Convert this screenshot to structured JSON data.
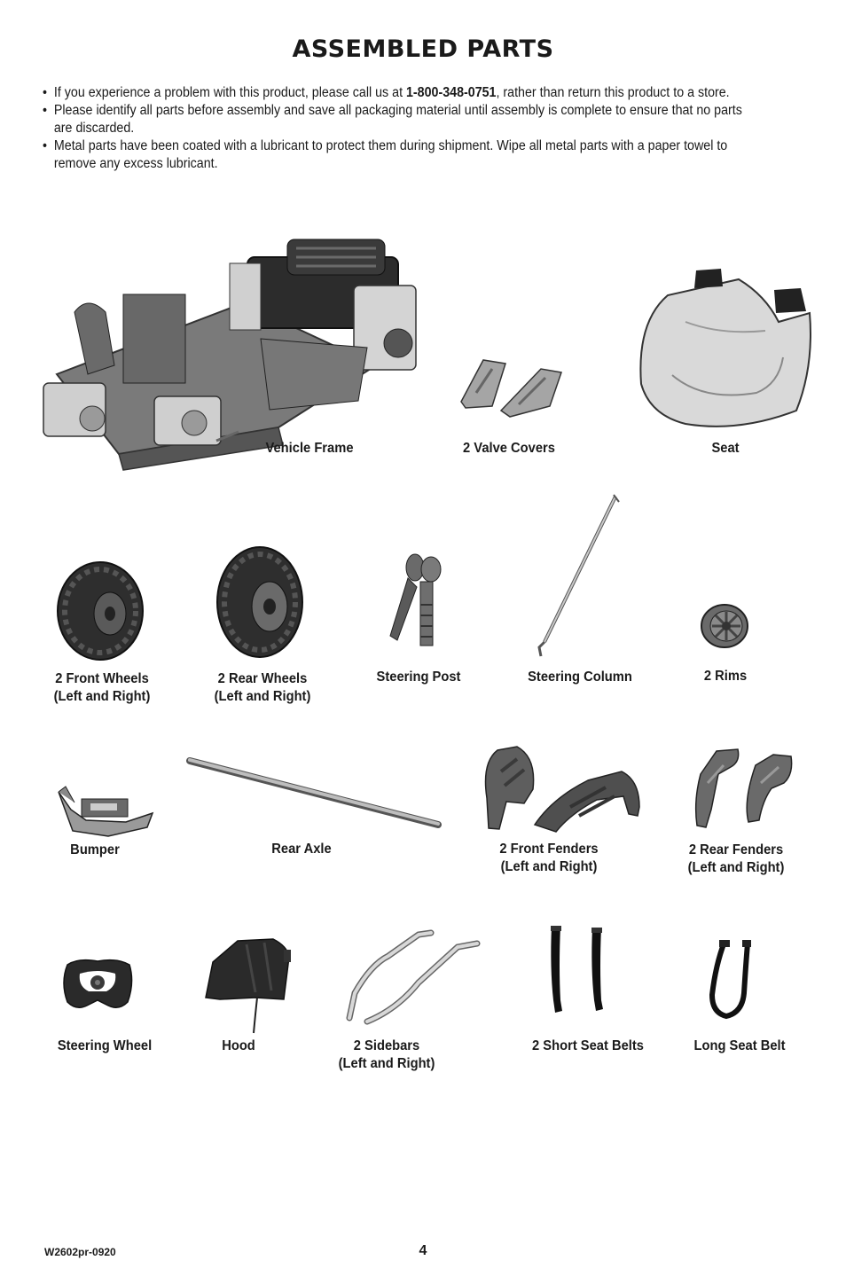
{
  "page": {
    "title": "ASSEMBLED PARTS",
    "bullets": [
      {
        "pre": "If you experience a problem with this product, please call us at ",
        "phone": "1-800-348-0751",
        "post": ", rather than return this product to a store."
      },
      {
        "text": "Please identify all parts before assembly and save all packaging material until assembly is complete to ensure that no parts are discarded."
      },
      {
        "text": "Metal parts have been coated with a lubricant to protect them during shipment. Wipe all metal parts with a paper towel to remove any excess lubricant."
      }
    ]
  },
  "parts": {
    "vehicle_frame": {
      "label": "Vehicle Frame"
    },
    "valve_covers": {
      "label": "2 Valve Covers"
    },
    "seat": {
      "label": "Seat"
    },
    "front_wheels": {
      "label1": "2 Front Wheels",
      "label2": "(Left and Right)"
    },
    "rear_wheels": {
      "label1": "2 Rear Wheels",
      "label2": "(Left and Right)"
    },
    "steering_post": {
      "label": "Steering Post"
    },
    "steering_column": {
      "label": "Steering Column"
    },
    "rims": {
      "label": "2 Rims"
    },
    "bumper": {
      "label": "Bumper"
    },
    "rear_axle": {
      "label": "Rear Axle"
    },
    "front_fenders": {
      "label1": "2 Front Fenders",
      "label2": "(Left and Right)"
    },
    "rear_fenders": {
      "label1": "2 Rear Fenders",
      "label2": "(Left and Right)"
    },
    "steering_wheel": {
      "label": "Steering Wheel"
    },
    "hood": {
      "label": "Hood"
    },
    "sidebars": {
      "label1": "2 Sidebars",
      "label2": "(Left and Right)"
    },
    "short_seat_belts": {
      "label": "2 Short Seat Belts"
    },
    "long_seat_belt": {
      "label": "Long Seat Belt"
    }
  },
  "footer": {
    "code": "W2602pr-0920",
    "page_number": "4"
  }
}
